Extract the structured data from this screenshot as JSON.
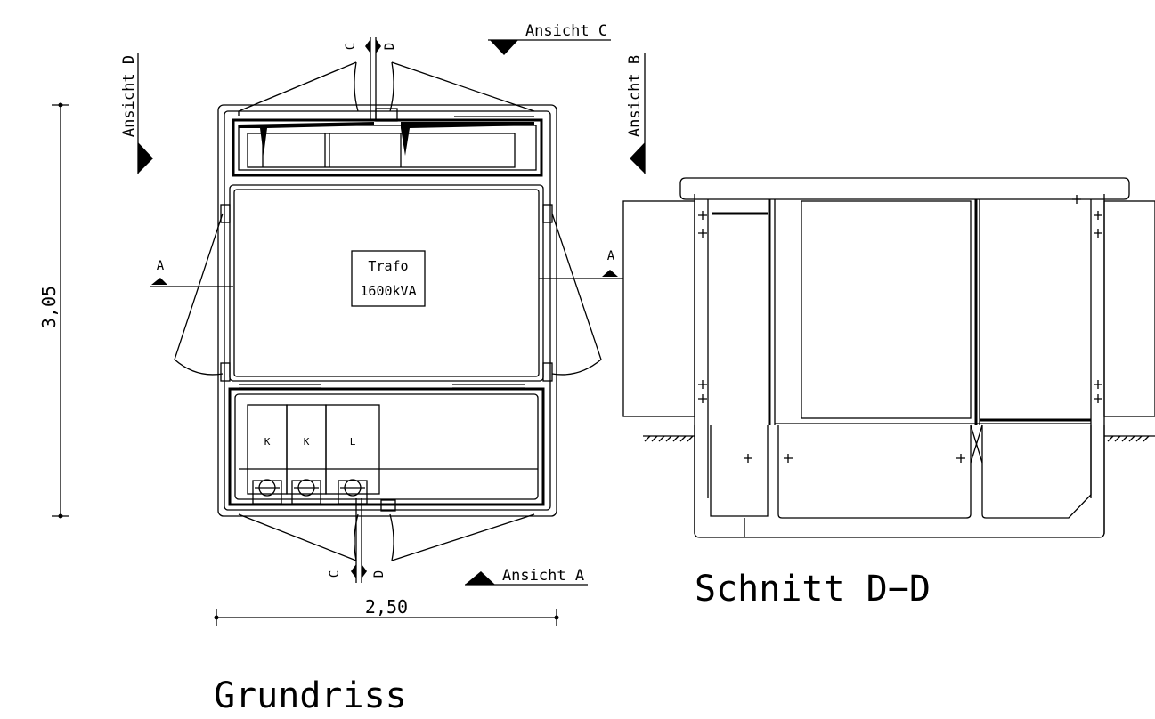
{
  "plan": {
    "title": "Grundriss",
    "dim_width": "2,50",
    "dim_height": "3,05",
    "trafo_line1": "Trafo",
    "trafo_line2": "1600kVA",
    "cell_k1": "K",
    "cell_k2": "K",
    "cell_l": "L",
    "cut_a_left": "A",
    "cut_a_right": "A",
    "cut_c_top": "C",
    "cut_d_top": "D",
    "cut_c_bottom": "C",
    "cut_d_bottom": "D"
  },
  "views": {
    "ansicht_a": "Ansicht A",
    "ansicht_b": "Ansicht B",
    "ansicht_c": "Ansicht C",
    "ansicht_d": "Ansicht D"
  },
  "section": {
    "title": "Schnitt D−D"
  }
}
